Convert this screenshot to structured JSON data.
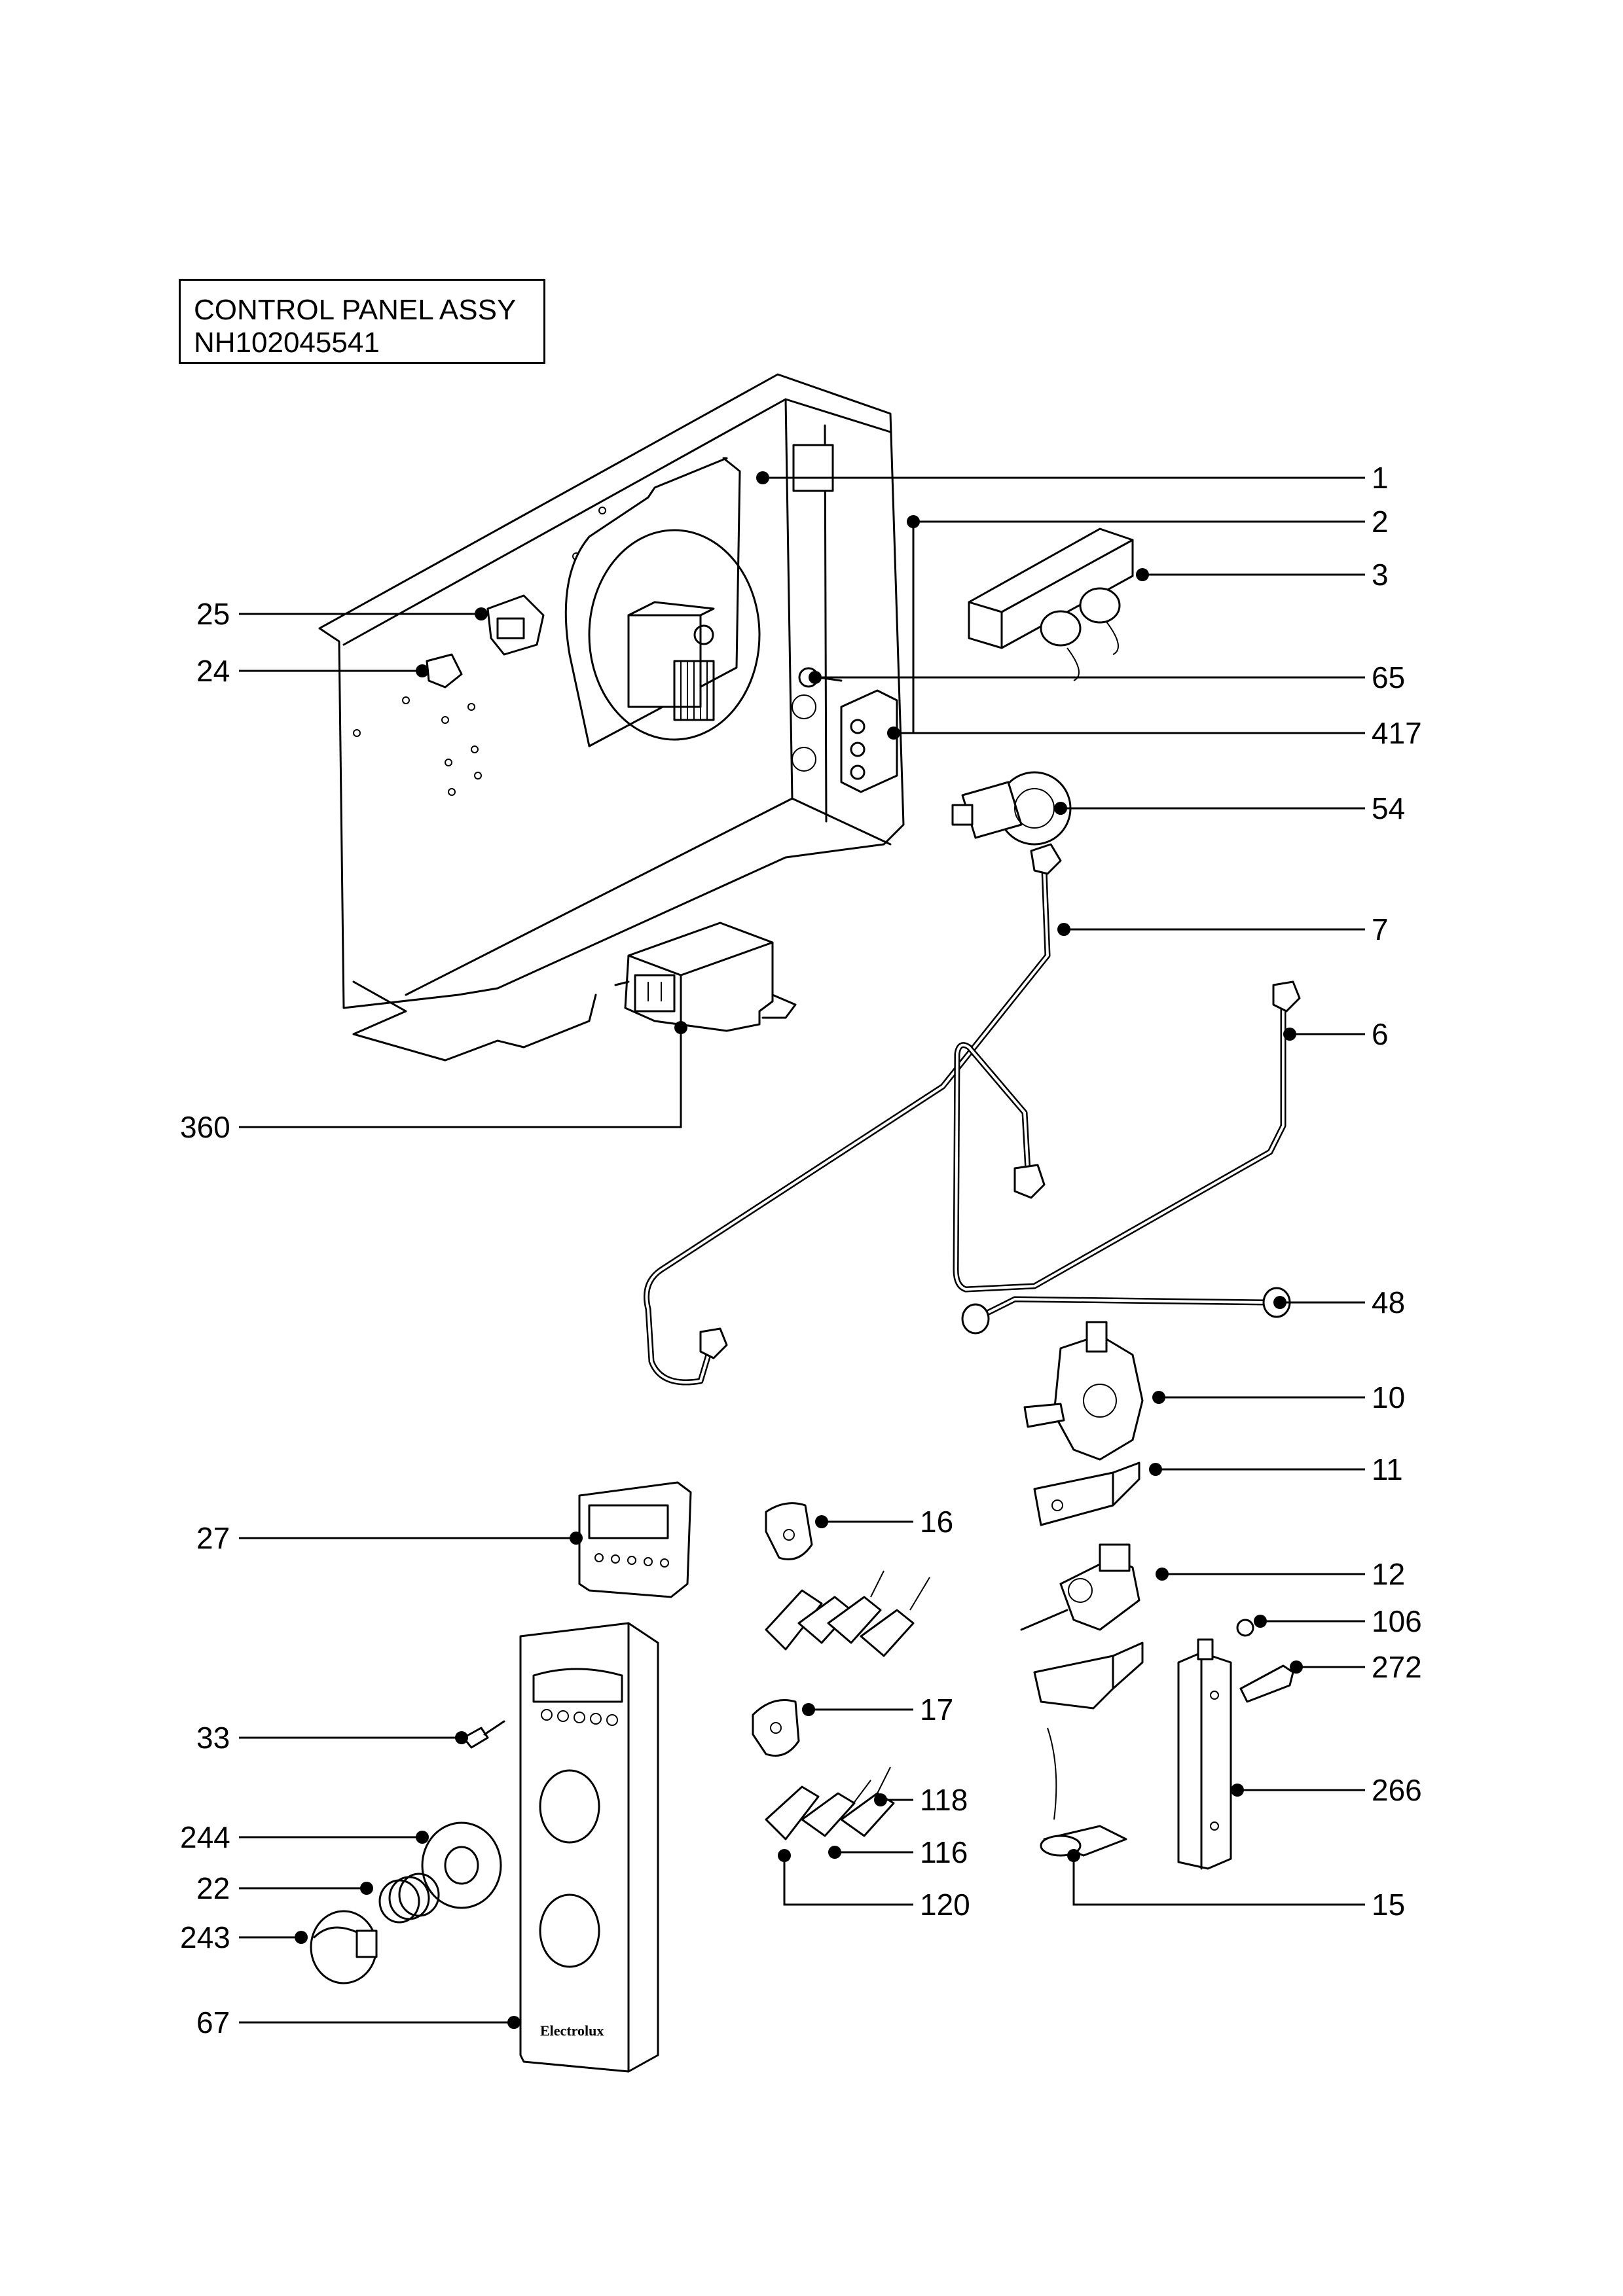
{
  "title_box": {
    "line1": "CONTROL PANEL ASSY",
    "line2": "NH102045541"
  },
  "callouts": {
    "c1": "1",
    "c2": "2",
    "c3": "3",
    "c25": "25",
    "c24": "24",
    "c65": "65",
    "c417": "417",
    "c54": "54",
    "c7": "7",
    "c6": "6",
    "c360": "360",
    "c48": "48",
    "c10": "10",
    "c11": "11",
    "c27": "27",
    "c16": "16",
    "c12": "12",
    "c106": "106",
    "c272": "272",
    "c33": "33",
    "c17": "17",
    "c266": "266",
    "c118": "118",
    "c244": "244",
    "c116": "116",
    "c22": "22",
    "c120": "120",
    "c15": "15",
    "c243": "243",
    "c67": "67"
  },
  "panel_logo": "Electrolux"
}
